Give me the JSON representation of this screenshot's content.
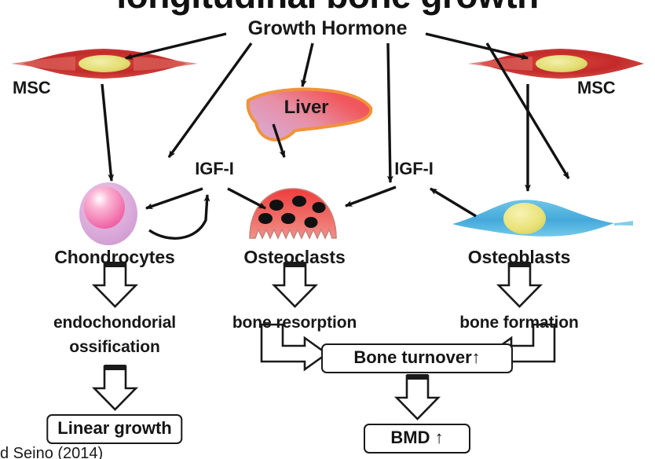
{
  "figure": {
    "title_partial": "longitudinal bone growth",
    "credit_partial": "d Seino (2014)",
    "background": "#ffffff",
    "ink": "#1a1a1a"
  },
  "nodes": {
    "growth_hormone": "Growth Hormone",
    "msc_left": "MSC",
    "msc_right": "MSC",
    "liver": "Liver",
    "igf1_left": "IGF-I",
    "igf1_right": "IGF-I",
    "chondrocytes": "Chondrocytes",
    "osteoclasts": "Osteoclasts",
    "osteoblasts": "Osteoblasts"
  },
  "processes": {
    "endochondral": "endochondorial\nossification",
    "endochondral_line1": "endochondorial",
    "endochondral_line2": "ossification",
    "bone_resorption": "bone resorption",
    "bone_formation": "bone formation"
  },
  "outcomes": {
    "linear_growth": "Linear growth",
    "bone_turnover": "Bone turnover↑",
    "bmd": "BMD ↑"
  },
  "colors": {
    "msc_body": "#c62b2b",
    "msc_body_light": "#e05a54",
    "msc_nucleus": "#e8e37a",
    "liver_fill_light": "#d8a8cf",
    "liver_fill_dark": "#ef5a62",
    "liver_outline": "#f0933a",
    "chondrocyte_outer": "#dca9d8",
    "chondrocyte_inner": "#f06ba8",
    "osteoclast_fill": "#ee4a4a",
    "osteoclast_nuclei": "#111111",
    "osteoblast_fill": "#4fb4e0",
    "osteoblast_nucleus": "#ece67e",
    "arrow_black": "#121212"
  },
  "icons": {
    "msc_left": "mesenchymal-stem-cell-icon",
    "msc_right": "mesenchymal-stem-cell-icon",
    "liver": "liver-organ-icon",
    "chondrocyte": "chondrocyte-cell-icon",
    "osteoclast": "osteoclast-cell-icon",
    "osteoblast": "osteoblast-cell-icon"
  },
  "edges": [
    {
      "from": "growth_hormone",
      "to": "msc_left",
      "style": "solid-arrow"
    },
    {
      "from": "growth_hormone",
      "to": "igf1_left",
      "style": "solid-arrow"
    },
    {
      "from": "growth_hormone",
      "to": "liver",
      "style": "solid-arrow"
    },
    {
      "from": "growth_hormone",
      "to": "osteoclasts",
      "style": "solid-arrow"
    },
    {
      "from": "growth_hormone",
      "to": "igf1_right",
      "style": "solid-arrow"
    },
    {
      "from": "growth_hormone",
      "to": "msc_right",
      "style": "solid-arrow"
    },
    {
      "from": "msc_left",
      "to": "chondrocytes",
      "style": "solid-arrow"
    },
    {
      "from": "msc_right",
      "to": "osteoblasts",
      "style": "solid-arrow"
    },
    {
      "from": "liver",
      "to": "igf1_left",
      "style": "solid-arrow"
    },
    {
      "from": "igf1_left",
      "to": "chondrocytes",
      "style": "solid-arrow"
    },
    {
      "from": "chondrocytes",
      "to": "igf1_left",
      "style": "curved-feedback-arrow"
    },
    {
      "from": "igf1_left",
      "to": "osteoclasts",
      "style": "solid-arrow"
    },
    {
      "from": "igf1_right",
      "to": "osteoclasts",
      "style": "solid-arrow"
    },
    {
      "from": "osteoblasts",
      "to": "igf1_right",
      "style": "solid-arrow"
    },
    {
      "from": "chondrocytes",
      "to": "endochondral",
      "style": "hollow-block-arrow"
    },
    {
      "from": "osteoclasts",
      "to": "bone_resorption",
      "style": "hollow-block-arrow"
    },
    {
      "from": "osteoblasts",
      "to": "bone_formation",
      "style": "hollow-block-arrow"
    },
    {
      "from": "endochondral",
      "to": "linear_growth",
      "style": "hollow-block-arrow"
    },
    {
      "from": "bone_resorption",
      "to": "bone_turnover",
      "style": "hollow-elbow-arrow-right"
    },
    {
      "from": "bone_formation",
      "to": "bone_turnover",
      "style": "hollow-elbow-arrow-left"
    },
    {
      "from": "bone_turnover",
      "to": "bmd",
      "style": "hollow-block-arrow"
    }
  ]
}
